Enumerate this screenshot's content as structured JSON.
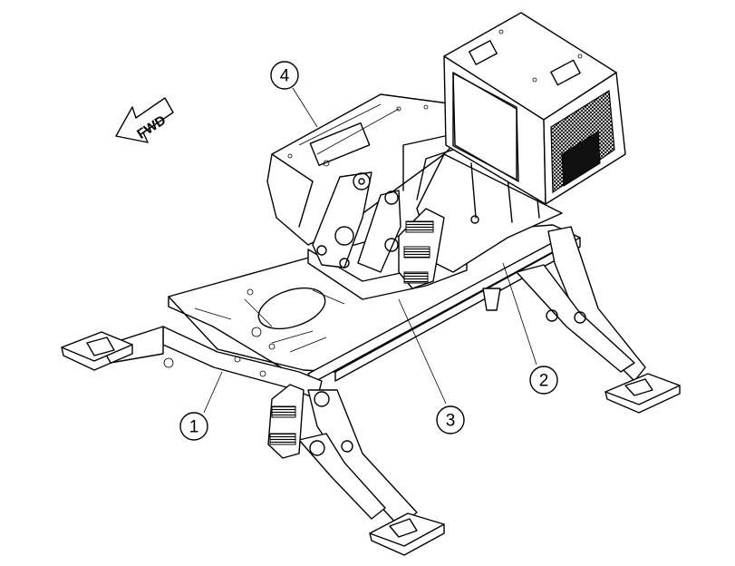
{
  "direction_arrow": {
    "label": "FWD"
  },
  "callouts": [
    {
      "label": "1"
    },
    {
      "label": "2"
    },
    {
      "label": "3"
    },
    {
      "label": "4"
    }
  ]
}
